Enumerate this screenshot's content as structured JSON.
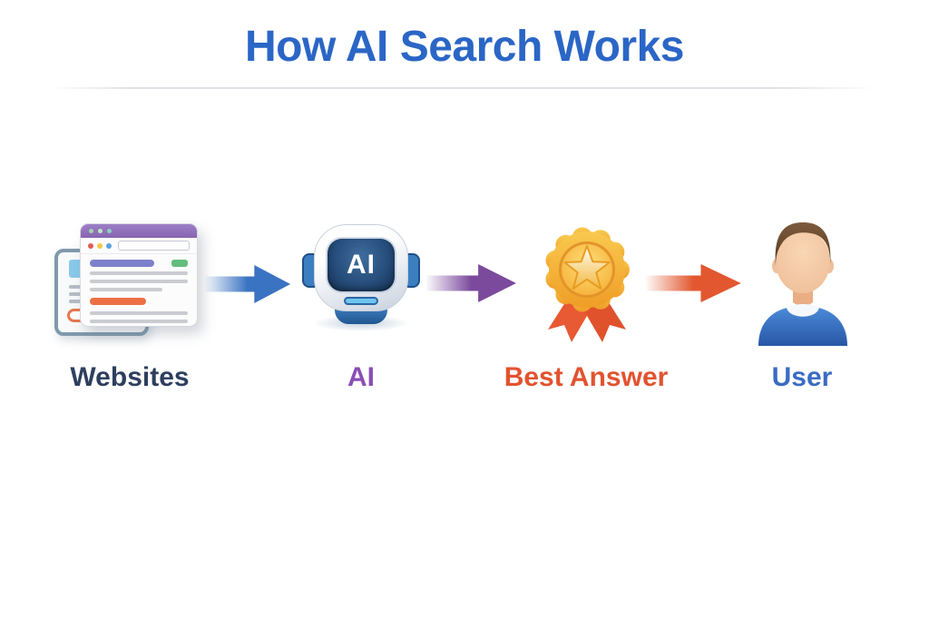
{
  "page": {
    "title": "How AI Search Works"
  },
  "colors": {
    "title": "#2b66c6",
    "divider": "#dfe2e6"
  },
  "flow": {
    "steps": [
      {
        "name": "websites",
        "label": "Websites",
        "label_color": "#2e3f5e",
        "icon": "websites-browser-icon"
      },
      {
        "name": "ai",
        "label": "AI",
        "label_color": "#8a4fb5",
        "icon": "ai-robot-icon",
        "screen_text": "AI"
      },
      {
        "name": "best-answer",
        "label": "Best Answer",
        "label_color": "#e2532f",
        "icon": "award-medal-icon"
      },
      {
        "name": "user",
        "label": "User",
        "label_color": "#3a6cc4",
        "icon": "user-person-icon"
      }
    ],
    "arrows": [
      {
        "name": "websites-to-ai-arrow",
        "color": "#3a73c2"
      },
      {
        "name": "ai-to-best-answer-arrow",
        "color": "#7b4a9d"
      },
      {
        "name": "best-answer-to-user-arrow",
        "color": "#e2572f"
      }
    ]
  }
}
